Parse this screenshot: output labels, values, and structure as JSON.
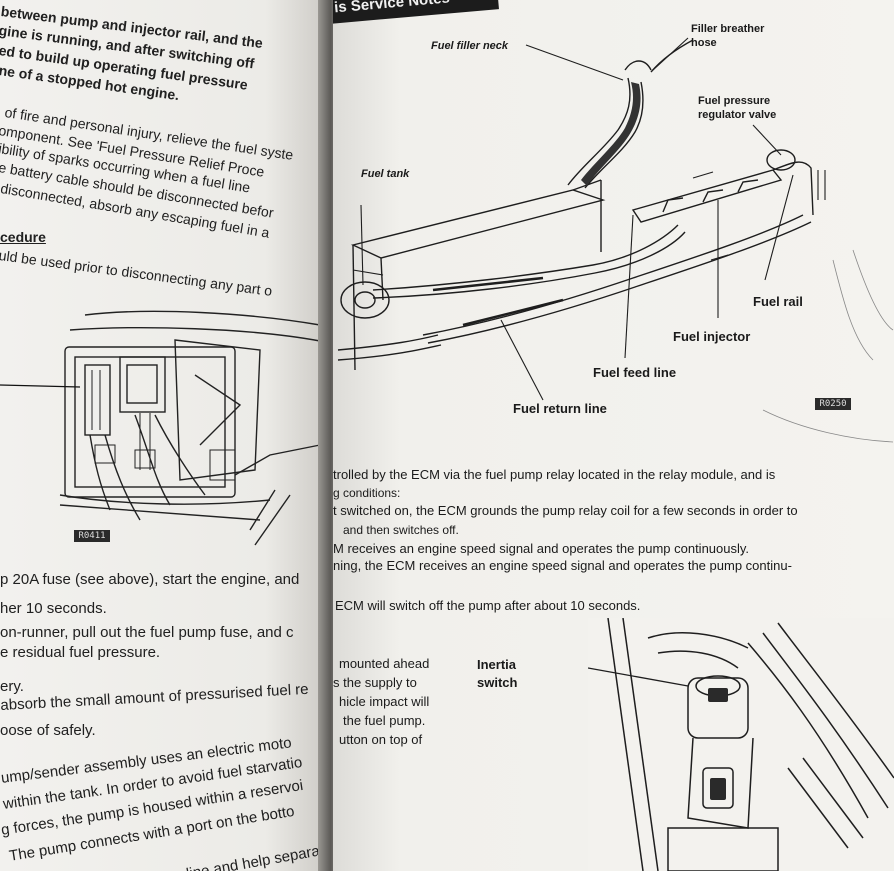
{
  "left_page": {
    "lines": [
      "between pump and injector rail, and the",
      "gine is running, and after switching off",
      "ed to build up operating fuel pressure",
      "ne of a stopped hot engine.",
      "of fire and personal injury, relieve the fuel syste",
      "omponent. See 'Fuel Pressure Relief Proce",
      "ibility of sparks occurring when a fuel line",
      "e battery cable should be disconnected befor",
      "disconnected, absorb any escaping fuel in a",
      "cedure",
      "uld be used prior to disconnecting any part o",
      "p 20A fuse (see above), start the engine, and",
      "her 10 seconds.",
      "on-runner, pull out the fuel pump fuse, and c",
      "e residual fuel pressure.",
      "ery.",
      "absorb the small amount of pressurised fuel re",
      "oose of safely.",
      "ump/sender assembly uses an electric moto",
      "within the tank. In order to avoid fuel starvatio",
      "g forces, the pump is housed within a reservoi",
      "The pump connects with a port on the botto",
      "line and help separa"
    ],
    "figure_tag": "R0411"
  },
  "right_page": {
    "header": "is Service Notes",
    "labels": {
      "filler_breather_hose": "Filler breather\nhose",
      "fuel_filler_neck": "Fuel filler neck",
      "fuel_pressure_regulator_valve": "Fuel pressure\nregulator valve",
      "fuel_tank": "Fuel tank",
      "fuel_rail": "Fuel rail",
      "fuel_injector": "Fuel injector",
      "fuel_feed_line": "Fuel feed line",
      "fuel_return_line": "Fuel return line"
    },
    "figure_tag": "R0250",
    "body_lines": [
      "trolled by the ECM via the fuel pump relay located in the relay module, and is",
      "g conditions:",
      "t switched on, the ECM grounds the pump relay coil for a few seconds in order to",
      "and then switches off.",
      "M receives an engine speed signal and operates the pump continuously.",
      "ning, the ECM receives an engine speed signal and operates the pump continu-",
      "ECM will switch off the pump after about 10 seconds."
    ],
    "inertia_lines": [
      "mounted ahead",
      "s the supply to",
      "hicle impact will",
      "the fuel pump.",
      "utton on top of"
    ],
    "photo_label": "Inertia\nswitch"
  }
}
